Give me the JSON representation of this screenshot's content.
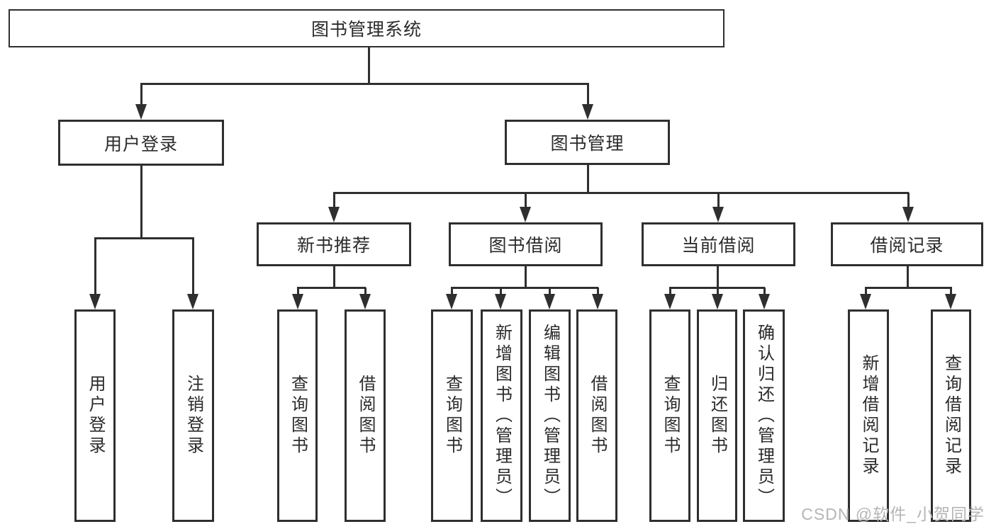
{
  "tree": {
    "root": {
      "label": "图书管理系统",
      "children": [
        {
          "label": "用户登录",
          "children": [
            {
              "label": "用户登录"
            },
            {
              "label": "注销登录"
            }
          ]
        },
        {
          "label": "图书管理",
          "children": [
            {
              "label": "新书推荐",
              "children": [
                {
                  "label": "查询图书"
                },
                {
                  "label": "借阅图书"
                }
              ]
            },
            {
              "label": "图书借阅",
              "children": [
                {
                  "label": "查询图书"
                },
                {
                  "label": "新增图书（管理员）"
                },
                {
                  "label": "编辑图书（管理员）"
                },
                {
                  "label": "借阅图书"
                }
              ]
            },
            {
              "label": "当前借阅",
              "children": [
                {
                  "label": "查询图书"
                },
                {
                  "label": "归还图书"
                },
                {
                  "label": "确认归还（管理员）"
                }
              ]
            },
            {
              "label": "借阅记录",
              "children": [
                {
                  "label": "新增借阅记录"
                },
                {
                  "label": "查询借阅记录"
                }
              ]
            }
          ]
        }
      ]
    }
  },
  "watermark": {
    "text": "CSDN @软件_小贺同学"
  },
  "colors": {
    "line": "#2f2f2f",
    "box_border": "#2f2f2f",
    "text": "#2b2b2b",
    "watermark": "#b5b5b5",
    "background": "#ffffff"
  }
}
